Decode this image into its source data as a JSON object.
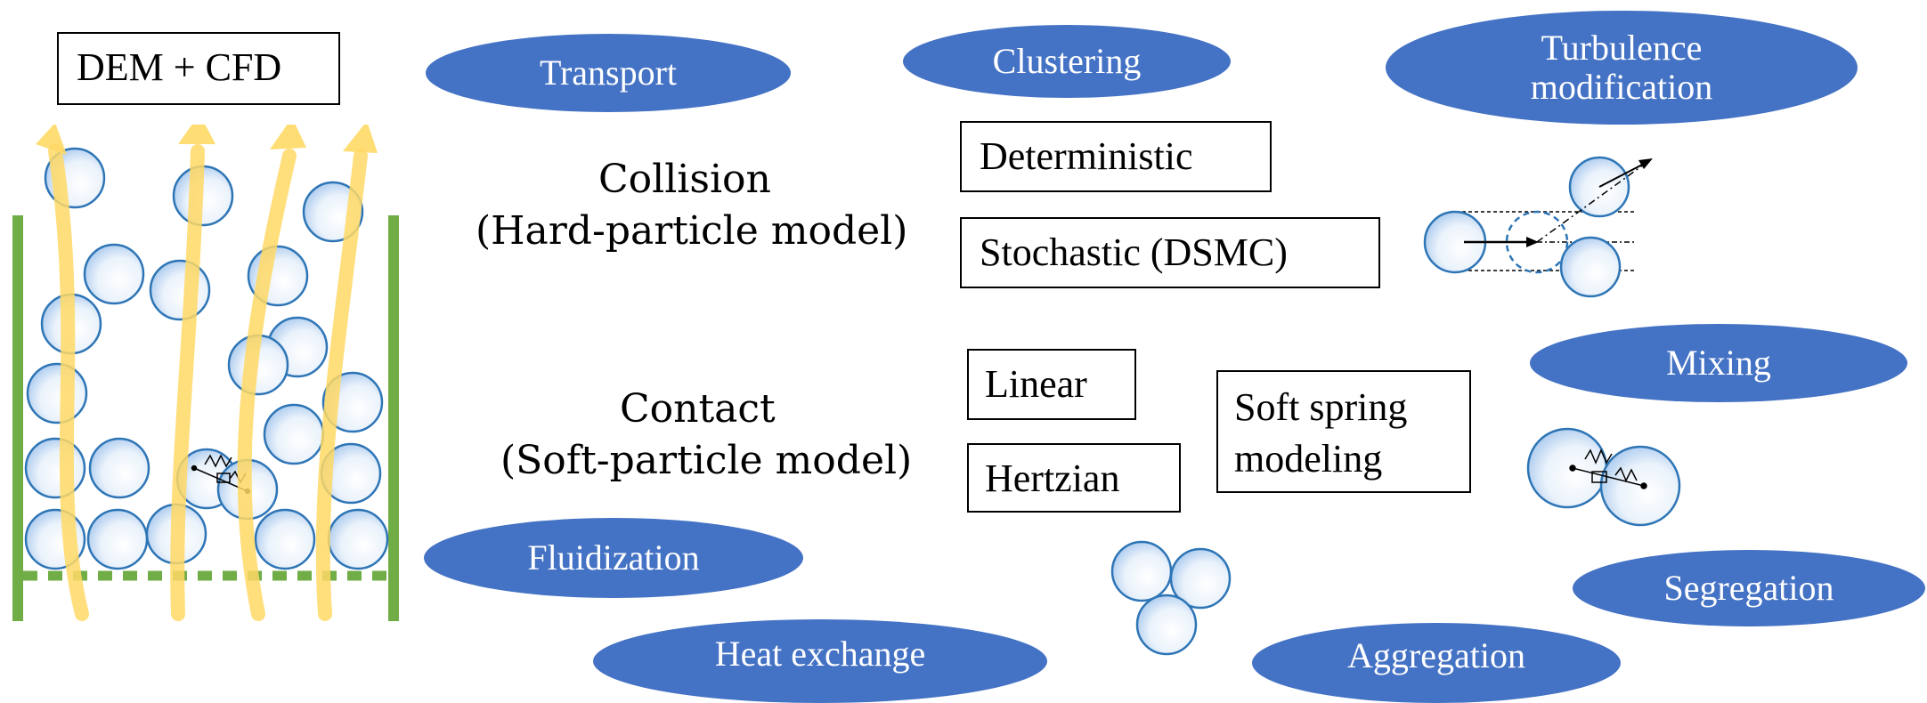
{
  "title_box": "DEM + CFD",
  "collision": {
    "line1": "Collision",
    "line2": "(Hard-particle model)",
    "methods": [
      "Deterministic",
      "Stochastic (DSMC)"
    ]
  },
  "contact": {
    "line1": "Contact",
    "line2": "(Soft-particle model)",
    "methods": [
      "Linear",
      "Hertzian"
    ],
    "spring_line1": "Soft spring",
    "spring_line2": "modeling"
  },
  "phenomena": {
    "transport": "Transport",
    "clustering": "Clustering",
    "turbulence_line1": "Turbulence",
    "turbulence_line2": "modification",
    "mixing": "Mixing",
    "fluidization": "Fluidization",
    "segregation": "Segregation",
    "heat_exchange": "Heat exchange",
    "aggregation": "Aggregation"
  },
  "colors": {
    "oval_fill": "#4472c4",
    "oval_text": "#ffffff",
    "wall": "#70ad47",
    "flow_arrow": "#ffd966",
    "particle_edge": "#2e75b6"
  }
}
